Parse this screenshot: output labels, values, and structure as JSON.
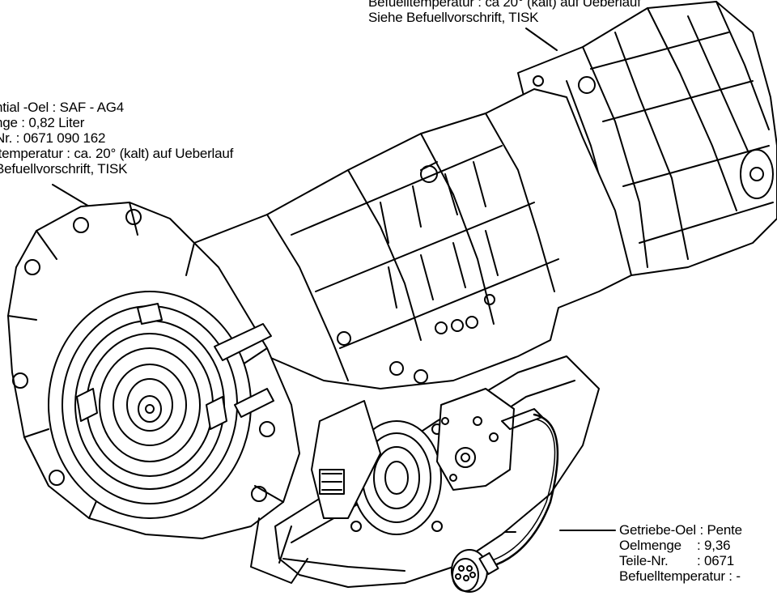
{
  "callouts": {
    "left": {
      "lines": [
        "ntial -Oel   : SAF - AG4",
        "nge : 0,82 Liter",
        "Nr.    : 0671 090 162",
        "ltemperatur : ca. 20° (kalt) auf Ueberlauf",
        "Befuellvorschrift, TISK"
      ]
    },
    "top": {
      "lines": [
        "Befuelltemperatur : ca 20° (kalt) auf Ueberlauf",
        "Siehe Befuellvorschrift, TISK"
      ]
    },
    "right": {
      "rows": [
        {
          "key": "Getriebe-Oel : Pente",
          "val": ""
        },
        {
          "key": "Oelmenge",
          "val": ": 9,36"
        },
        {
          "key": "Teile-Nr.",
          "val": ": 0671"
        },
        {
          "key": "Befuelltemperatur : -",
          "val": ""
        }
      ]
    }
  }
}
